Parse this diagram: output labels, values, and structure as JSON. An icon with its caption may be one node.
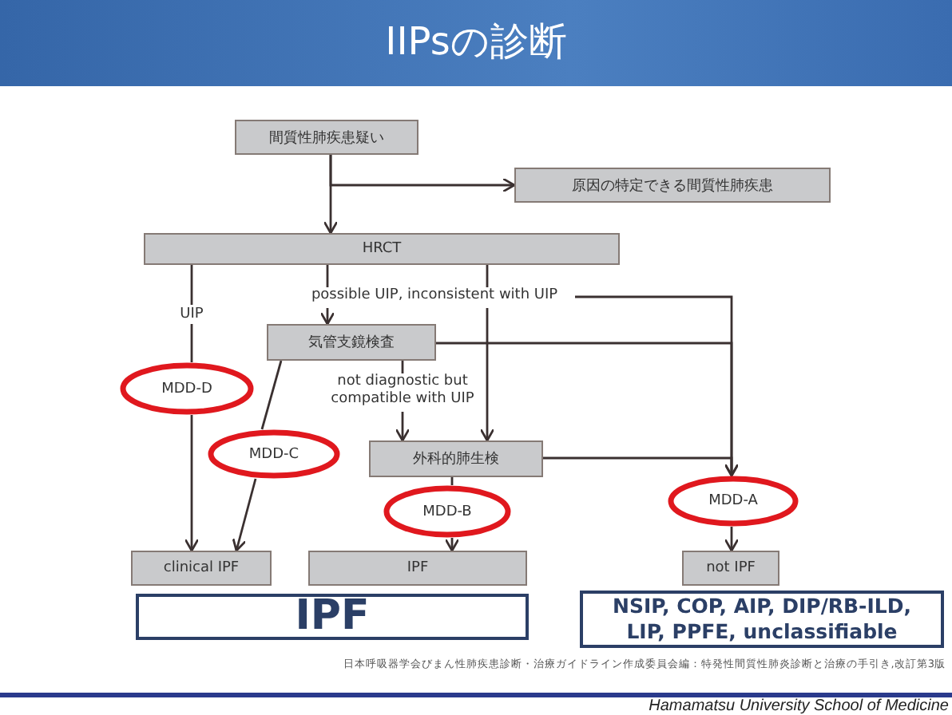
{
  "diagram": {
    "title": "IIPsの診断",
    "nodes": [
      {
        "text": [
          "間質性肺疾患疑い"
        ]
      },
      {
        "text": [
          "原因の特定できる間質性肺疾患"
        ]
      },
      {
        "text": [
          "HRCT"
        ]
      },
      {
        "text": [
          "気管支鏡検査"
        ]
      },
      {
        "text": [
          "外科的肺生検"
        ]
      },
      {
        "text": [
          "MDD-D"
        ]
      },
      {
        "text": [
          "MDD-C"
        ]
      },
      {
        "text": [
          "MDD-B"
        ]
      },
      {
        "text": [
          "MDD-A"
        ]
      },
      {
        "text": [
          "clinical IPF"
        ]
      },
      {
        "text": [
          "IPF"
        ]
      },
      {
        "text": [
          "not IPF"
        ]
      },
      {
        "text": [
          "IPF"
        ]
      },
      {
        "text": [
          "NSIP, COP, AIP, DIP/RB-ILD, LIP, PPFE, unclassifiable"
        ]
      },
      {
        "text": [
          "possible UIP, inconsistent with UIP"
        ]
      },
      {
        "text": [
          "not diagnostic but compatible with UIP"
        ]
      }
    ],
    "edges": [
      {
        "from": 0,
        "to": 1,
        "arrow": "to"
      },
      {
        "from": 0,
        "to": 2,
        "arrow": "to"
      },
      {
        "from": 2,
        "to": 5,
        "arrow": "none",
        "label": "UIP"
      },
      {
        "from": 5,
        "to": 9,
        "arrow": "to"
      },
      {
        "from": 2,
        "to": 14,
        "arrow": "none"
      },
      {
        "from": 2,
        "to": 14,
        "arrow": "none"
      },
      {
        "from": 14,
        "to": 3,
        "arrow": "to"
      },
      {
        "from": 14,
        "to": 4,
        "arrow": "to"
      },
      {
        "from": 14,
        "to": 8,
        "arrow": "none"
      },
      {
        "from": 3,
        "to": 8,
        "arrow": "to"
      },
      {
        "from": 4,
        "to": 8,
        "arrow": "to"
      },
      {
        "from": 3,
        "to": 6,
        "arrow": "none"
      },
      {
        "from": 3,
        "to": 15,
        "arrow": "none"
      },
      {
        "from": 15,
        "to": 4,
        "arrow": "to"
      },
      {
        "from": 6,
        "to": 9,
        "arrow": "to"
      },
      {
        "from": 4,
        "to": 7,
        "arrow": "none"
      },
      {
        "from": 7,
        "to": 10,
        "arrow": "to"
      },
      {
        "from": 8,
        "to": 11,
        "arrow": "to"
      }
    ],
    "labels": [
      "日本呼吸器学会びまん性肺疾患診断・治療ガイドライン作成委員会編：特発性間質性肺炎診断と治療の手引き,改訂第3版",
      "Hamamatsu University School of Medicine"
    ]
  }
}
